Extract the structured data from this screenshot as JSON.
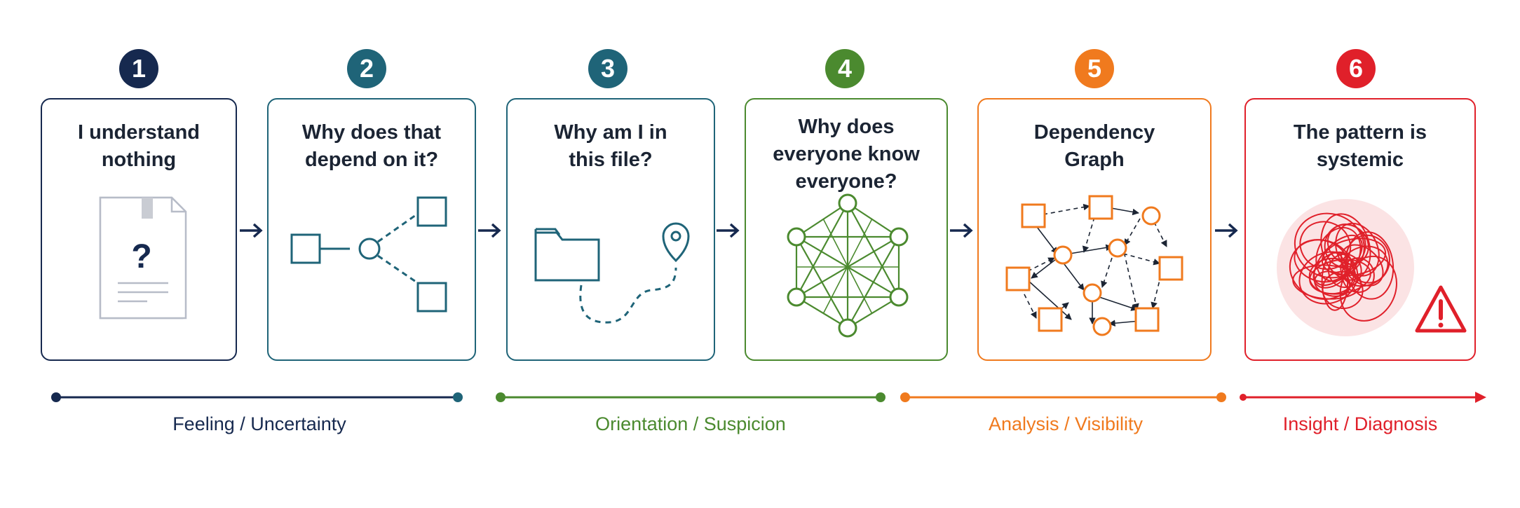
{
  "colors": {
    "navy": "#16294f",
    "teal": "#1f6478",
    "green": "#4b8a2f",
    "orange": "#f07a1e",
    "red": "#e0202a"
  },
  "steps": [
    {
      "number": "1",
      "title": "I understand\nnothing",
      "color": "#16294f",
      "icon": "document-question-icon"
    },
    {
      "number": "2",
      "title": "Why does that\ndepend on it?",
      "color": "#1f6478",
      "icon": "dependency-branch-icon"
    },
    {
      "number": "3",
      "title": "Why am I in\nthis file?",
      "color": "#1f6478",
      "icon": "folder-path-pin-icon"
    },
    {
      "number": "4",
      "title": "Why does\neveryone know\neveryone?",
      "color": "#4b8a2f",
      "icon": "mesh-network-icon"
    },
    {
      "number": "5",
      "title": "Dependency\nGraph",
      "color": "#f07a1e",
      "icon": "dependency-graph-icon"
    },
    {
      "number": "6",
      "title": "The pattern is\nsystemic",
      "color": "#e0202a",
      "icon": "tangle-warning-icon"
    }
  ],
  "phases": [
    {
      "label": "Feeling / Uncertainty",
      "color": "#16294f"
    },
    {
      "label": "Orientation / Suspicion",
      "color": "#4b8a2f"
    },
    {
      "label": "Analysis / Visibility",
      "color": "#f07a1e"
    },
    {
      "label": "Insight / Diagnosis",
      "color": "#e0202a"
    }
  ]
}
